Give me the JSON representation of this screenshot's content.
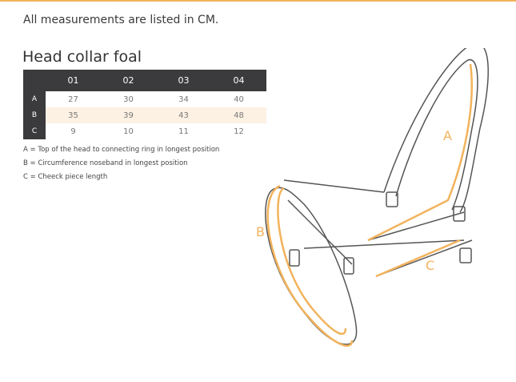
{
  "intro": "All measurements are listed in CM.",
  "title": "Head collar foal",
  "table": {
    "columns": [
      "01",
      "02",
      "03",
      "04"
    ],
    "rows": [
      {
        "key": "A",
        "values": [
          "27",
          "30",
          "34",
          "40"
        ]
      },
      {
        "key": "B",
        "values": [
          "35",
          "39",
          "43",
          "48"
        ]
      },
      {
        "key": "C",
        "values": [
          "9",
          "10",
          "11",
          "12"
        ]
      }
    ]
  },
  "legend": [
    "A = Top of the head to connecting ring in longest position",
    "B = Circumference noseband in longest position",
    "C = Cheeck piece length"
  ],
  "diagram": {
    "label_a": "A",
    "label_b": "B",
    "label_c": "C",
    "accent": "#f2b35c"
  }
}
